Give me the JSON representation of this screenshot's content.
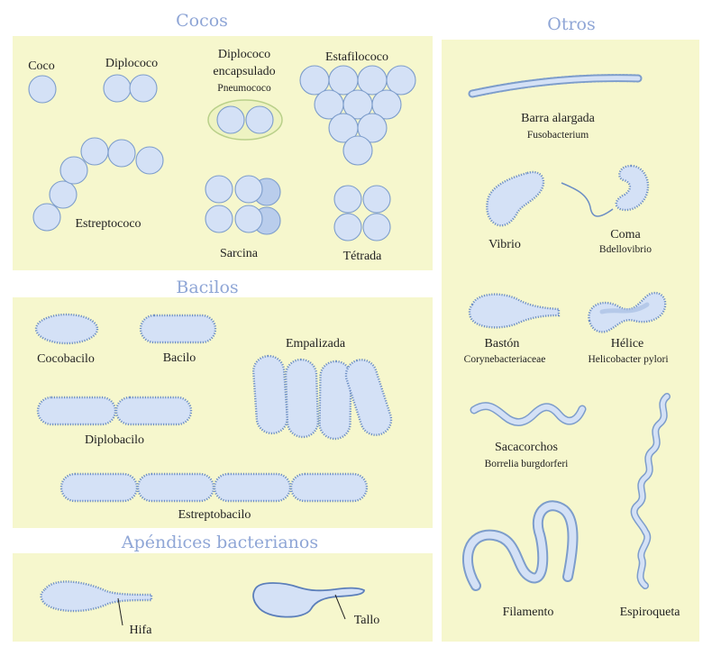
{
  "sections": {
    "cocos": "Cocos",
    "otros": "Otros",
    "bacilos": "Bacilos",
    "apendices": "Apéndices bacterianos"
  },
  "cocos": {
    "coco": "Coco",
    "diplococo": "Diplococo",
    "diplococo_enc_1": "Diplococo",
    "diplococo_enc_2": "encapsulado",
    "pneumococo": "Pneumococo",
    "estafilococo": "Estafilococo",
    "estreptococo": "Estreptococo",
    "sarcina": "Sarcina",
    "tetrada": "Tétrada"
  },
  "bacilos": {
    "cocobacilo": "Cocobacilo",
    "bacilo": "Bacilo",
    "empalizada": "Empalizada",
    "diplobacilo": "Diplobacilo",
    "estreptobacilo": "Estreptobacilo"
  },
  "apendices": {
    "hifa": "Hifa",
    "tallo": "Tallo"
  },
  "otros": {
    "barra": "Barra alargada",
    "fusobacterium": "Fusobacterium",
    "vibrio": "Vibrio",
    "coma": "Coma",
    "bdellovibrio": "Bdellovibrio",
    "baston": "Bastón",
    "corynebacteriaceae": "Corynebacteriaceae",
    "helice": "Hélice",
    "helicobacter": "Helicobacter pylori",
    "sacacorchos": "Sacacorchos",
    "borrelia": "Borrelia burgdorferi",
    "filamento": "Filamento",
    "espiroqueta": "Espiroqueta"
  },
  "colors": {
    "panel": "#f6f7cd",
    "cell_fill": "#d4e1f6",
    "cell_stroke": "#7d9dcb",
    "title": "#8fa6d6"
  }
}
